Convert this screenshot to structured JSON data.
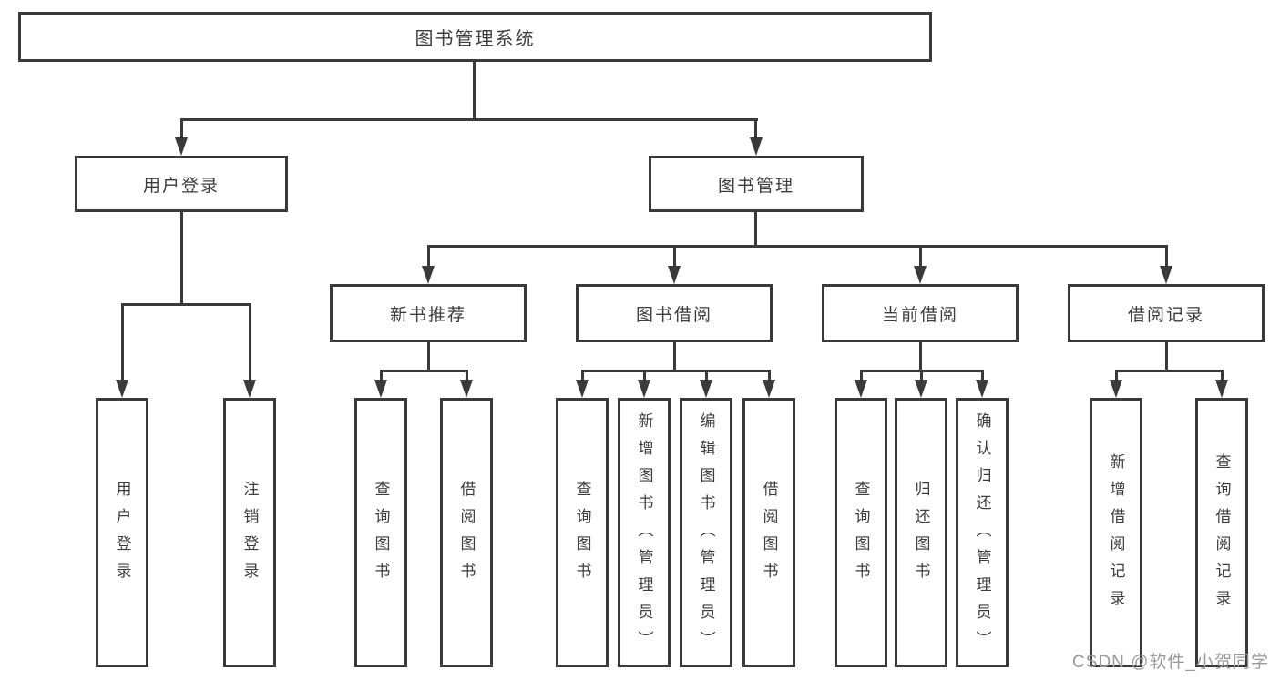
{
  "diagram": {
    "root_label": "图书管理系统",
    "level2": {
      "user_login": "用户登录",
      "book_management": "图书管理"
    },
    "level3": {
      "new_book_recommend": "新书推荐",
      "book_borrowing": "图书借阅",
      "current_borrowing": "当前借阅",
      "borrowing_records": "借阅记录"
    },
    "leaves": {
      "user_login": {
        "login": "用户登录",
        "logout": "注销登录"
      },
      "new_book_recommend": {
        "query_books": "查询图书",
        "borrow_books": "借阅图书"
      },
      "book_borrowing": {
        "query_books": "查询图书",
        "add_books": "新增图书（管理员）",
        "edit_books": "编辑图书（管理员）",
        "borrow_books": "借阅图书"
      },
      "current_borrowing": {
        "query_books": "查询图书",
        "return_books": "归还图书",
        "confirm_return": "确认归还（管理员）"
      },
      "borrowing_records": {
        "add_record": "新增借阅记录",
        "query_record": "查询借阅记录"
      }
    },
    "watermark": "CSDN @软件_小贺同学",
    "colors": {
      "line": "#3a3a3a",
      "text": "#3d3d3d",
      "watermark": "#9a9a9a",
      "background": "#ffffff"
    }
  }
}
